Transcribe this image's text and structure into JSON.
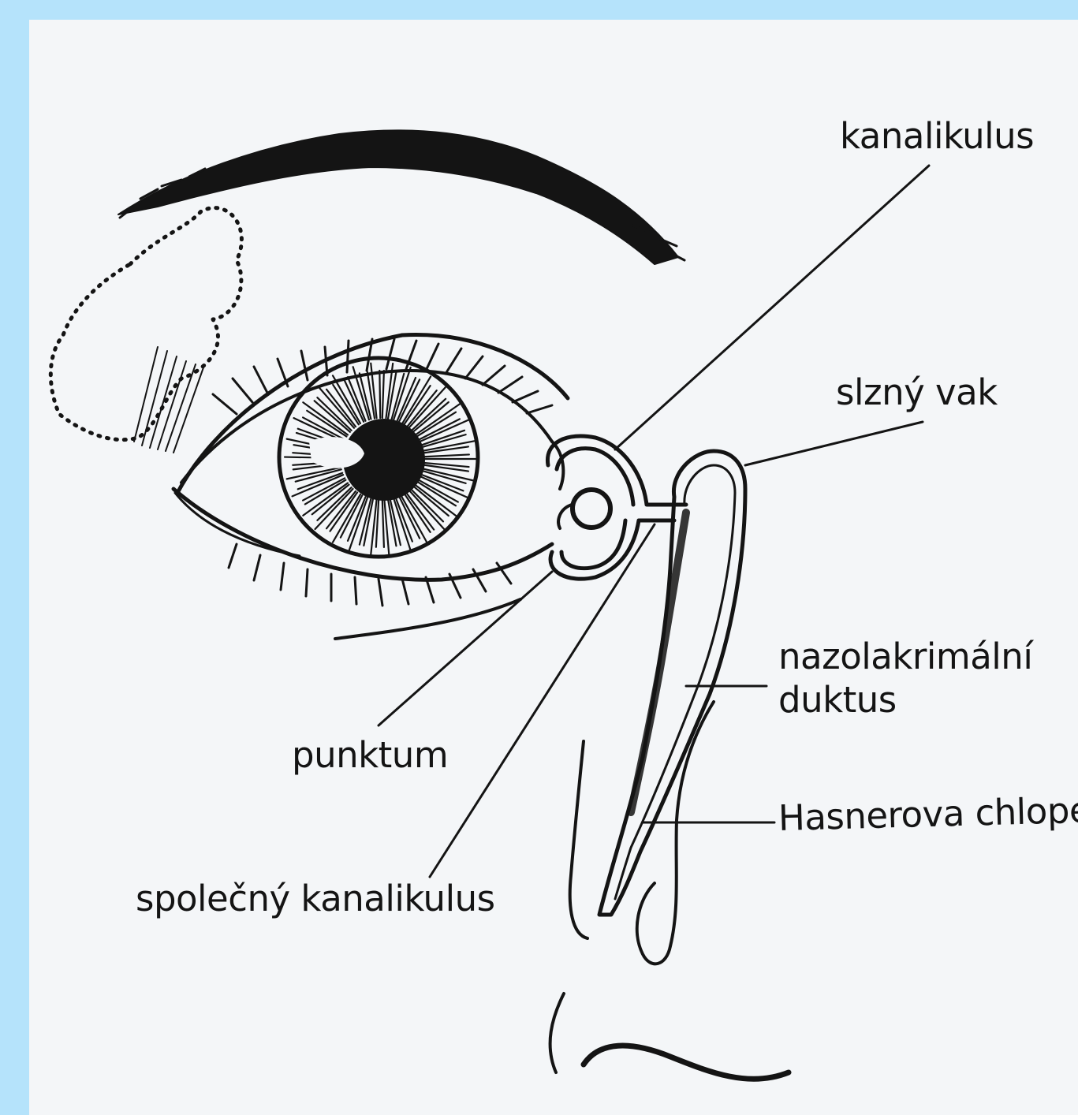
{
  "labels": {
    "kanalikulus": "kanalikulus",
    "slzny_vak": "slzný vak",
    "nazolakrimalni_line1": "nazolakrimální",
    "nazolakrimalni_line2": "duktus",
    "hasnerova": "Hasnerova chlopeň",
    "punktum": "punktum",
    "spolecny": "společný kanalikulus"
  },
  "colors": {
    "background": "#b5e3fb",
    "paper": "#f4f6f8",
    "ink": "#141414"
  }
}
